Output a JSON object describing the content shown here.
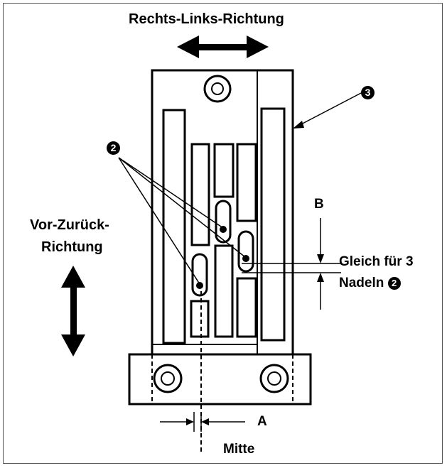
{
  "labels": {
    "direction_lr": "Rechts-Links-Richtung",
    "direction_fb_line1": "Vor-Zurück-",
    "direction_fb_line2": "Richtung",
    "label_b": "B",
    "label_a": "A",
    "same_line1": "Gleich für 3",
    "same_line2": "Nadeln",
    "center": "Mitte"
  },
  "callouts": {
    "needles": "2",
    "plate": "3",
    "needles_inline": "2"
  }
}
